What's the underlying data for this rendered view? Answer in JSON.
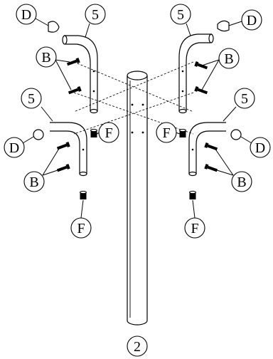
{
  "diagram": {
    "callouts": {
      "cap_top_left": "D",
      "tube_top_left": "5",
      "tube_top_right": "5",
      "cap_top_right": "D",
      "bolts_upper_left": "B",
      "bolts_upper_right": "B",
      "tube_lower_left": "5",
      "tube_lower_right": "5",
      "foot_center_left": "F",
      "foot_center_right": "F",
      "cap_lower_left": "D",
      "cap_lower_right": "D",
      "bolts_lower_left": "B",
      "bolts_lower_right": "B",
      "foot_bottom_left": "F",
      "foot_bottom_right": "F",
      "pole": "2"
    }
  }
}
